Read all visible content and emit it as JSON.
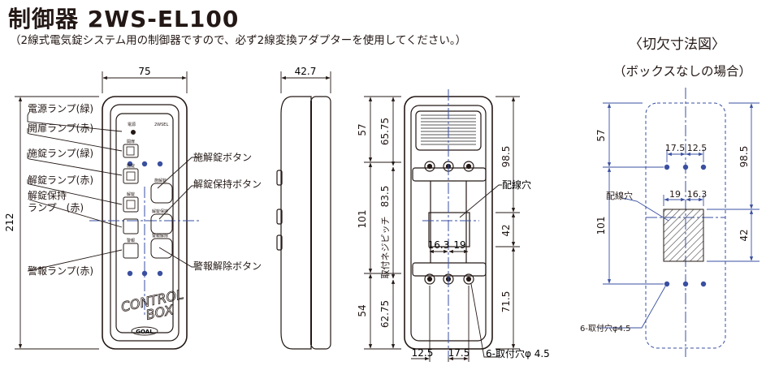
{
  "header": {
    "title": "制御器 2WS-EL100",
    "subtitle": "（2線式電気錠システム用の制御器ですので、必ず2線変換アダプターを使用してください。）"
  },
  "cutout": {
    "title": "〈切欠寸法図〉",
    "subtitle": "（ボックスなしの場合）",
    "dims": {
      "d57": "57",
      "d98_5": "98.5",
      "d17_5": "17.5",
      "d12_5": "12.5",
      "d19": "19",
      "d16_3": "16.3",
      "d101": "101",
      "d42": "42"
    },
    "labels": {
      "wire_hole": "配線穴",
      "mount_holes": "6-取付穴φ4.5"
    }
  },
  "front": {
    "dims": {
      "width": "75",
      "height": "212"
    },
    "callouts": {
      "power": "電源ランプ(緑)",
      "open": "開扉ランプ(赤)",
      "lock": "施錠ランプ(緑)",
      "unlock": "解錠ランプ(赤)",
      "hold_a": "解錠保持",
      "hold_b": "ランプ　(赤)",
      "alarm": "警報ランプ(赤)",
      "lock_btn": "施解錠ボタン",
      "hold_btn": "解錠保持ボタン",
      "alarm_btn": "警報解除ボタン"
    },
    "panel": {
      "brand_small": "2WSEL",
      "power": "電源",
      "open": "開扉",
      "lock": "施錠",
      "unlock": "解錠",
      "hold": "解錠保持",
      "lockunlock": "施解錠",
      "alarm_reset": "警報解除",
      "alarm": "警報",
      "logo_line1": "CONTROL",
      "logo_line2": "BOX",
      "brand": "GOAL"
    }
  },
  "side": {
    "dims": {
      "depth": "42.7"
    }
  },
  "back": {
    "dims": {
      "d57": "57",
      "d65_75": "65.75",
      "d98_5": "98.5",
      "d83_5": "83.5",
      "d101": "101",
      "d42": "42",
      "d16_3": "16.3",
      "d19": "19",
      "d54": "54",
      "d62_75": "62.75",
      "d71_5": "71.5",
      "d12_5": "12.5",
      "d17_5": "17.5"
    },
    "labels": {
      "wire_hole": "配線穴",
      "pitch": "取付ネジピッチ",
      "mount_holes": "6-取付穴φ 4.5"
    }
  }
}
